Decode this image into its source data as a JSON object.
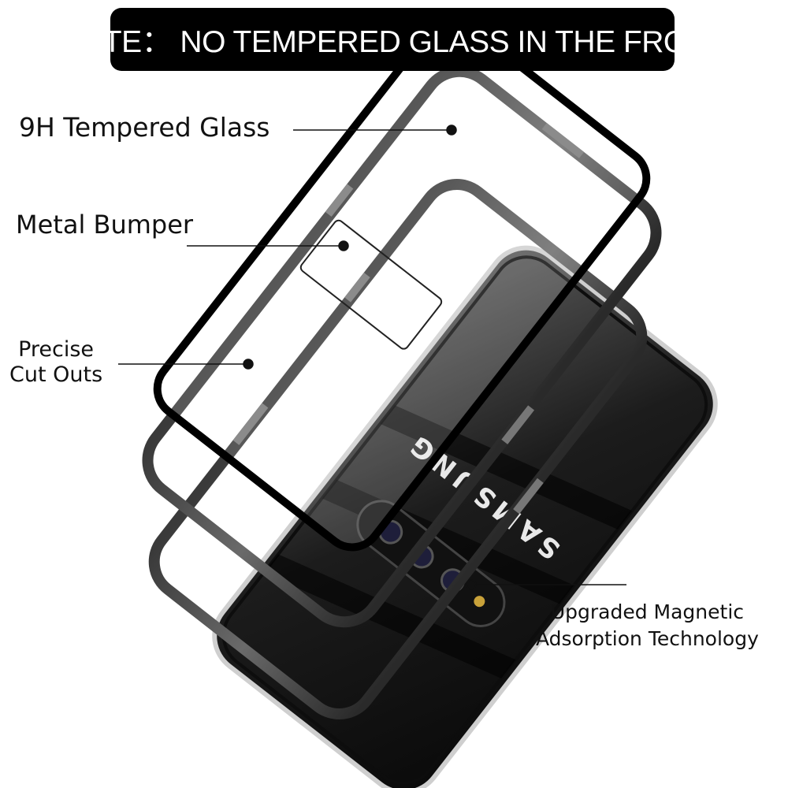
{
  "banner": {
    "text": "NOTE： NO TEMPERED GLASS IN THE FRONT"
  },
  "callouts": {
    "glass": "9H Tempered Glass",
    "bumper": "Metal Bumper",
    "cutouts_line1": "Precise",
    "cutouts_line2": "Cut Outs",
    "magnetic_line1": "Upgraded Magnetic",
    "magnetic_line2": "Adsorption Technology"
  },
  "phone": {
    "brand": "SAMSUNG"
  },
  "colors": {
    "banner_bg": "#000000",
    "banner_text": "#ffffff",
    "frame": "#1a1a1a",
    "glass_back": "#2a2a2a"
  }
}
